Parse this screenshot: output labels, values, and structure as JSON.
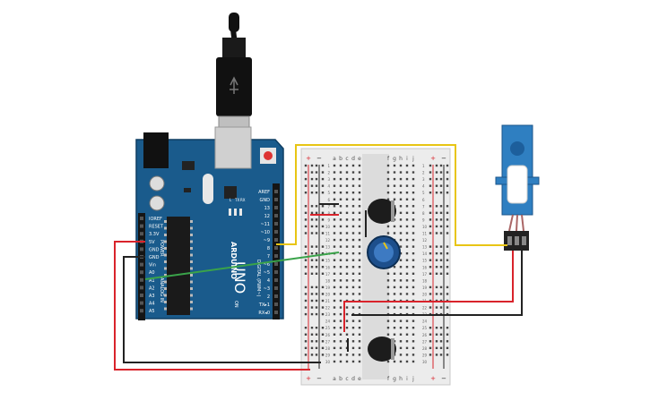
{
  "arduino": {
    "brand": "ARDUINO",
    "model": "UNO",
    "power_header": [
      "IOREF",
      "RESET",
      "3.3V",
      "5V",
      "GND",
      "GND",
      "Vin"
    ],
    "analog_header": [
      "A0",
      "A1",
      "A2",
      "A3",
      "A4",
      "A5"
    ],
    "power_label": "POWER",
    "analog_label": "ANALOG IN",
    "digital_label": "DIGITAL (PWM~)",
    "digital_pins": [
      "AREF",
      "GND",
      "13",
      "12",
      "~11",
      "~10",
      "~9",
      "8",
      "7",
      "~6",
      "~5",
      "4",
      "~3",
      "2",
      "TX▸1",
      "RX◂0"
    ],
    "led_labels": [
      "L",
      "TX",
      "RX"
    ],
    "on_label": "ON",
    "board_color": "#1a5b8c"
  },
  "breadboard": {
    "columns_left": [
      "a",
      "b",
      "c",
      "d",
      "e"
    ],
    "columns_right": [
      "f",
      "g",
      "h",
      "i",
      "j"
    ],
    "rows": [
      "1",
      "2",
      "3",
      "4",
      "5",
      "6",
      "7",
      "8",
      "9",
      "10",
      "11",
      "12",
      "13",
      "14",
      "15",
      "16",
      "17",
      "18",
      "19",
      "20",
      "21",
      "22",
      "23",
      "24",
      "25",
      "26",
      "27",
      "28",
      "29",
      "30"
    ],
    "plus": "+",
    "minus": "−"
  },
  "colors": {
    "usb_cable": "#111111",
    "wire_red": "#d9232b",
    "wire_black": "#222222",
    "wire_green": "#3aa34a",
    "wire_yellow": "#e8c514",
    "servo_body": "#2f7fc1",
    "pot_knob": "#1d4f8c",
    "capacitor": "#1c1c1c"
  },
  "icons": {
    "usb": "usb-plug-icon",
    "servo": "servo-motor-icon",
    "potentiometer": "potentiometer-icon",
    "capacitor": "capacitor-icon"
  }
}
